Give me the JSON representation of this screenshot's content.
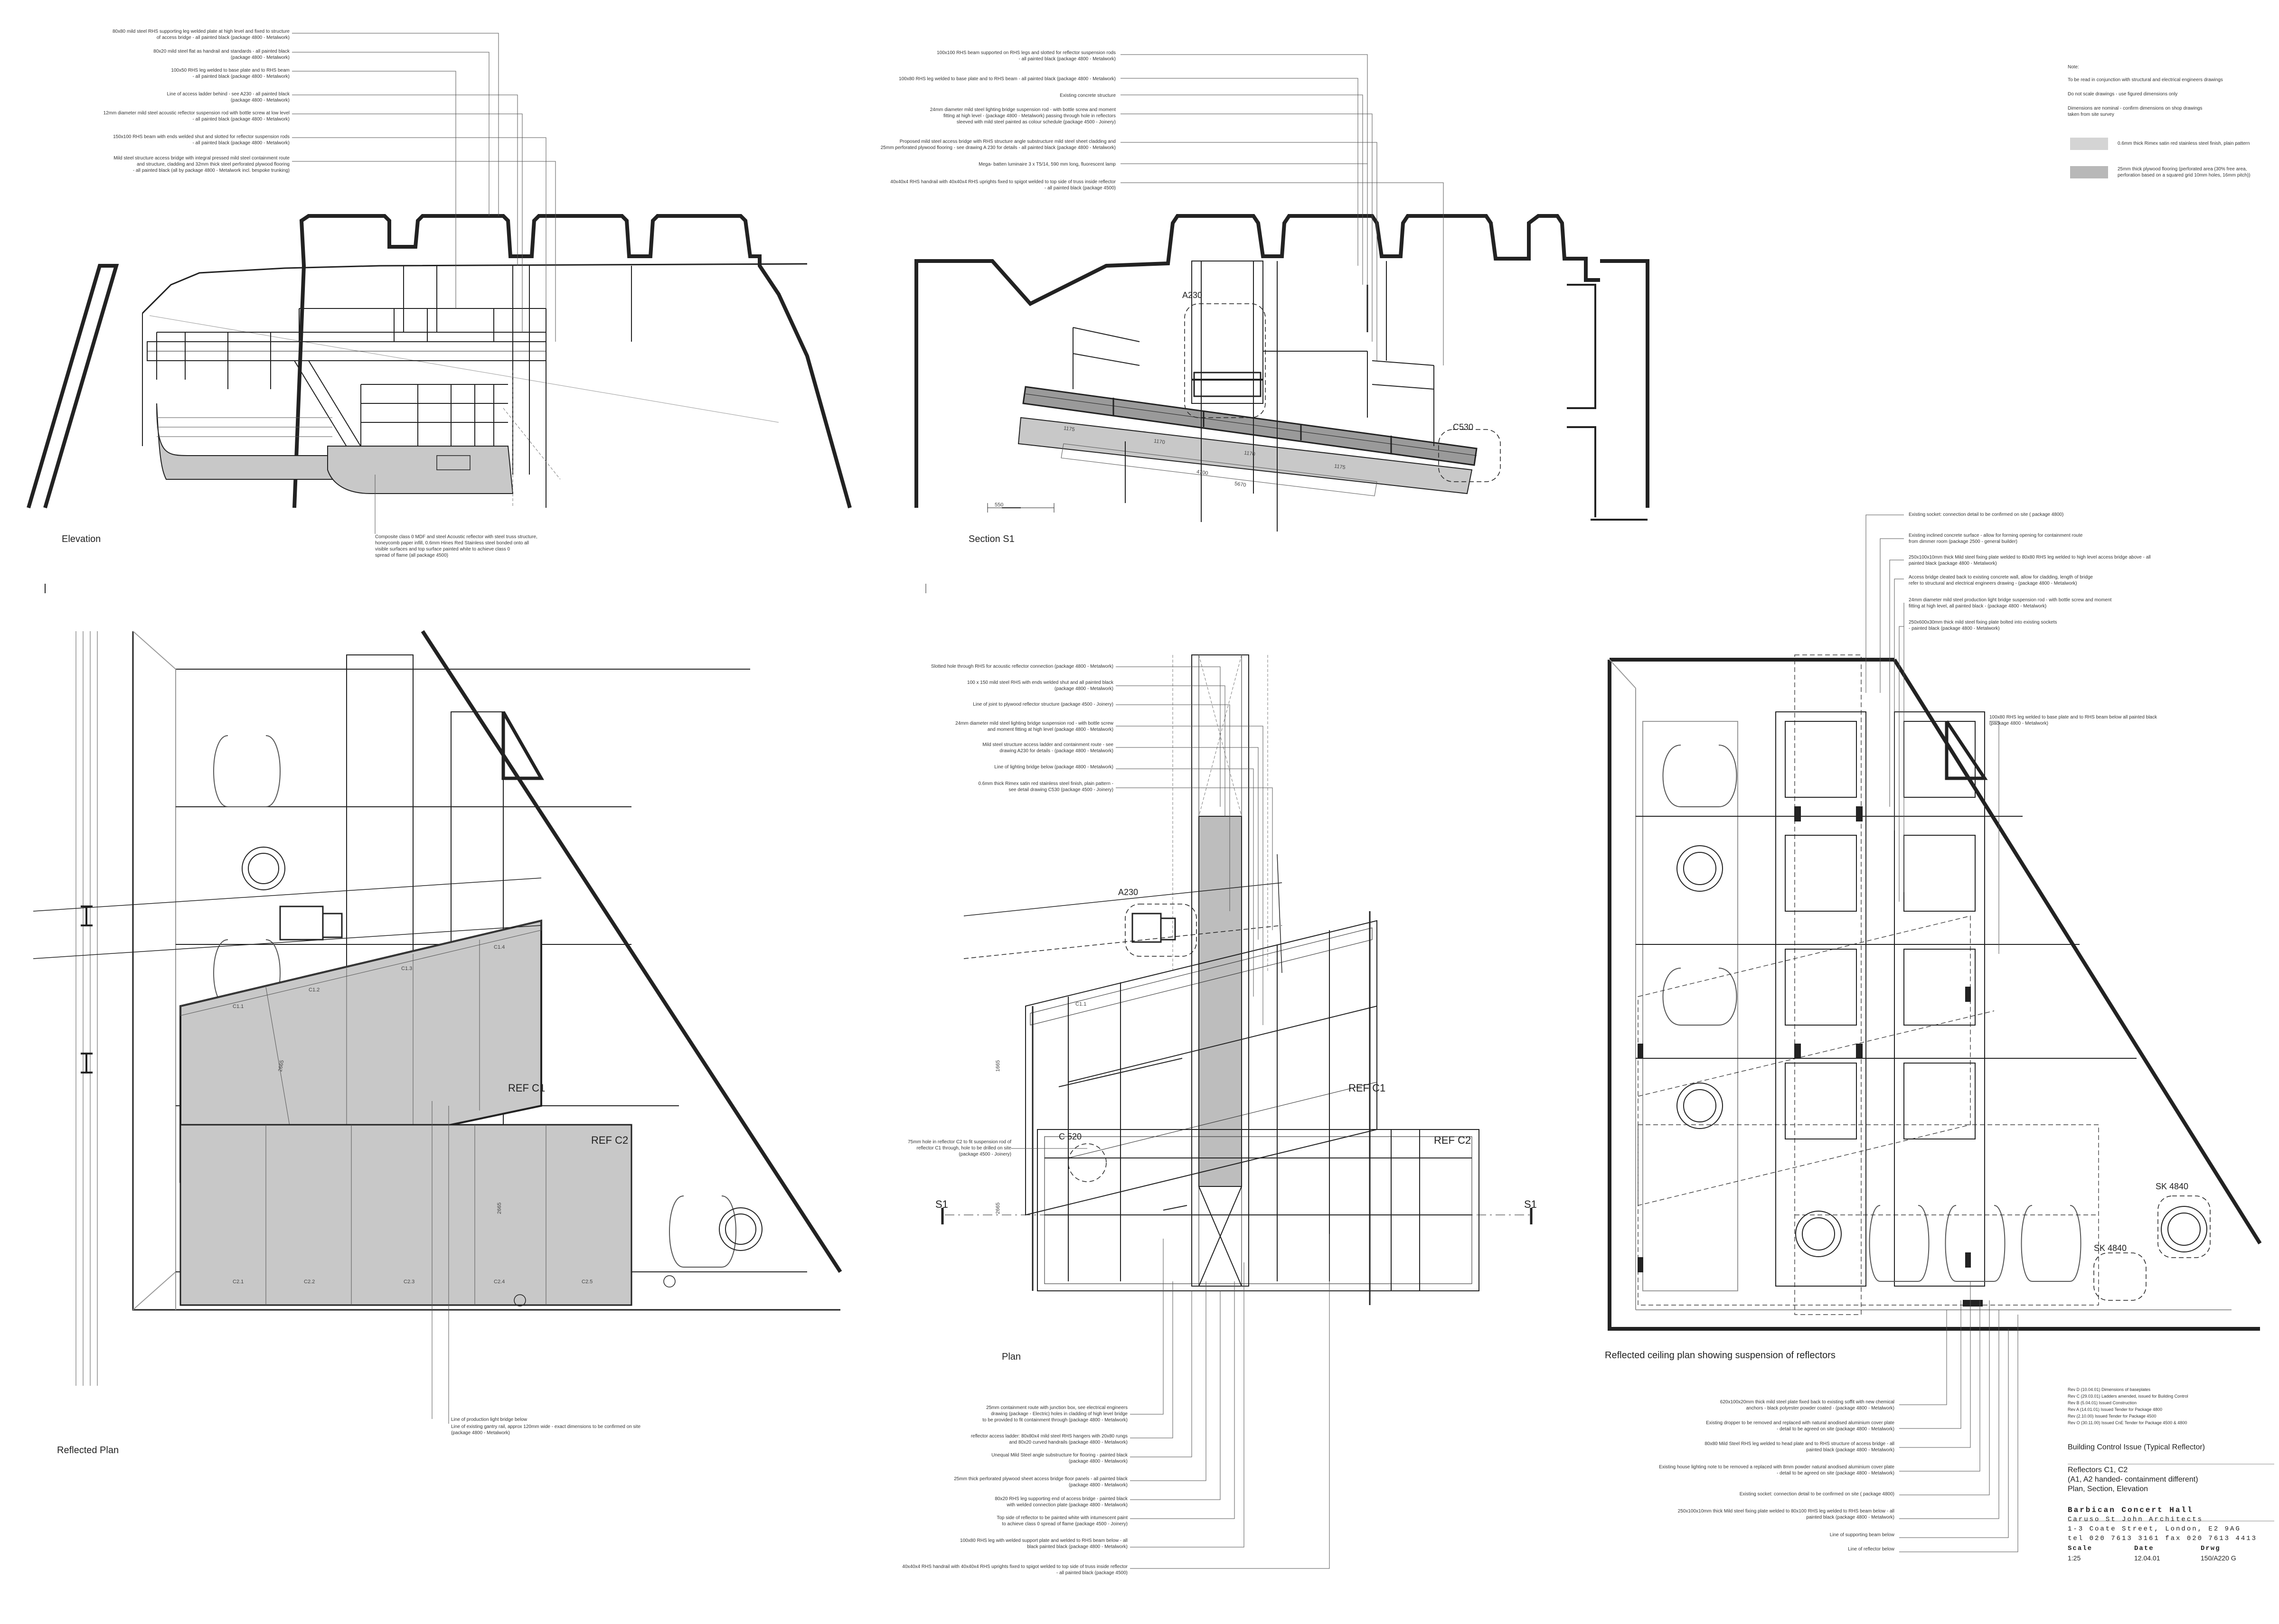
{
  "views": {
    "elevation": "Elevation",
    "section": "Section S1",
    "reflected_plan": "Reflected Plan",
    "plan": "Plan",
    "ceiling_plan": "Reflected ceiling plan showing suspension of reflectors"
  },
  "tags": {
    "a230_section": "A230",
    "c530_section": "C530",
    "a230_plan": "A230",
    "c520_plan": "C 520",
    "ref_c1_left": "REF C1",
    "ref_c2_left": "REF C2",
    "ref_c1_plan": "REF C1",
    "ref_c2_plan": "REF C2",
    "s1_left": "S1",
    "s1_right": "S1",
    "sk_upper": "SK 4840",
    "sk_lower": "SK 4840"
  },
  "panel_labels": [
    "C1.1",
    "C1.2",
    "C1.3",
    "C1.4",
    "C2.1",
    "C2.2",
    "C2.3",
    "C2.4",
    "C2.5"
  ],
  "dims": {
    "section": [
      "1175",
      "1170",
      "1170",
      "1175",
      "4700",
      "5670",
      "550"
    ],
    "plan": [
      "1665",
      "2665"
    ],
    "rplan": [
      "2665",
      "2665"
    ]
  },
  "notes_elevation": [
    "80x80 mild steel RHS supporting leg welded plate at high level and fixed to structure\nof access bridge - all painted black (package 4800 - Metalwork)",
    "80x20 mild steel flat as handrail and standards - all painted black\n(package 4800 - Metalwork)",
    "100x50 RHS leg welded to base plate and to RHS beam\n- all painted black (package 4800 - Metalwork)",
    "Line of access ladder behind - see A230 - all painted black\n(package 4800 - Metalwork)",
    "12mm diameter mild steel acoustic reflector suspension rod with bottle screw at low level\n- all painted black (package 4800 - Metalwork)",
    "150x100 RHS beam with ends welded shut and slotted for reflector suspension rods\n- all painted black (package 4800 - Metalwork)",
    "Mild steel structure access bridge with integral pressed mild steel containment route\nand structure, cladding and 32mm thick steel perforated plywood flooring\n- all painted black (all by package 4800 - Metalwork incl. bespoke trunking)"
  ],
  "note_elevation_bottom": "Composite class 0 MDF and steel Acoustic reflector with steel truss structure,\nhoneycomb paper infill, 0.6mm Hines Red Stainless steel bonded onto all\nvisible surfaces and top surface painted white to achieve class 0\nspread of flame (all package 4500)",
  "notes_section": [
    "100x100 RHS beam supported on RHS legs and slotted for reflector suspension rods\n- all painted black (package 4800 - Metalwork)",
    "100x80 RHS leg welded to base plate and to RHS beam - all painted black (package 4800 - Metalwork)",
    "Existing concrete structure",
    "24mm diameter mild steel lighting bridge suspension rod - with bottle screw and moment\nfitting at high level - (package 4800 - Metalwork) passing through hole in reflectors\nsleeved with mild steel painted as colour schedule (package 4500 - Joinery)",
    "Proposed mild steel access bridge with RHS structure angle substructure mild steel sheet cladding and\n25mm perforated plywood flooring - see drawing A 230 for details - all painted black (package 4800 - Metalwork)",
    "Mega- batten luminaire 3 x T5/14, 590 mm long, fluorescent lamp",
    "40x40x4 RHS handrail with 40x40x4 RHS uprights fixed to spigot welded to top side of truss inside reflector\n- all painted black (package 4500)"
  ],
  "general_notes": [
    "Note:",
    "To be read in conjunction with structural and electrical engineers drawings",
    "Do not scale drawings - use figured dimensions only",
    "Dimensions are nominal - confirm dimensions on shop drawings\ntaken from site survey"
  ],
  "legend": [
    "0.6mm thick Rimex satin red stainless steel finish, plain pattern",
    "25mm thick plywood flooring (perforated area (30% free area,\nperforation based on a squared grid 10mm holes, 16mm pitch))"
  ],
  "notes_ceiling_top": [
    "Existing socket: connection detail to be confirmed on site ( package 4800)",
    "Existing inclined concrete surface - allow for forming opening for containment route\nfrom dimmer room (package 2500 - general builder)",
    "250x100x10mm thick Mild steel fixing plate welded to 80x80 RHS leg welded to high level access bridge above - all\npainted black (package 4800 - Metalwork)",
    "Access bridge cleated back to existing concrete wall, allow for cladding, length of bridge\nrefer to structural and electrical engineers drawing - (package 4800 - Metalwork)",
    "24mm diameter mild steel production light bridge suspension rod - with bottle screw and moment\nfitting at high level, all painted black - (package 4800 - Metalwork)",
    "250x600x30mm thick mild steel fixing plate bolted into existing sockets\n- painted black (package 4800 - Metalwork)"
  ],
  "note_ceiling_side": "100x80 RHS leg welded to base plate and to RHS beam below all painted black\n(package 4800 - Metalwork)",
  "notes_plan_top": [
    "Slotted hole through RHS for acoustic reflector connection (package 4800 - Metalwork)",
    "100 x 150 mild steel RHS with ends welded shut and all painted black\n(package 4800 - Metalwork)",
    "Line of joint to plywood reflector structure (package 4500 - Joinery)",
    "24mm diameter mild steel lighting bridge suspension rod - with bottle screw\nand moment fitting at high level (package 4800 - Metalwork)",
    "Mild steel structure access ladder and containment route - see\ndrawing A230 for details - (package 4800 - Metalwork)",
    "Line of lighting bridge below (package 4800 - Metalwork)",
    "0.6mm thick Rimex satin red stainless steel finish, plain pattern -\nsee detail drawing C530 (package 4500 - Joinery)"
  ],
  "note_plan_hole": "75mm hole in reflector C2 to fit suspension rod of\nreflector C1 through, hole to be drilled on site\n(package 4500 - Joinery)",
  "notes_plan_bottom": [
    "25mm containment route with junction box, see electrical engineers\ndrawing (package - Electric) holes in cladding of high level bridge\nto be provided to fit containment through (package 4800 - Metalwork)",
    "reflector access ladder: 80x80x4 mild steel RHS hangers with 20x80 rungs\nand 80x20 curved handrails (package 4800 - Metalwork)",
    "Unequal Mild Steel angle substructure for flooring - painted black\n(package 4800 - Metalwork)",
    "25mm thick perforated plywood sheet access bridge floor panels - all painted black\n(package 4800 - Metalwork)",
    "80x20 RHS leg supporting end of access bridge - painted black\nwith welded connection plate (package 4800 - Metalwork)",
    "Top side of reflector to be painted white with intumescent paint\nto achieve class 0 spread of flame (package 4500 - Joinery)",
    "100x80 RHS leg with welded support plate and welded to RHS beam below - all\nblack painted black (package 4800 - Metalwork)",
    "40x40x4 RHS handrail with 40x40x4 RHS uprights fixed to spigot welded to top side of truss inside reflector\n- all painted black (package 4500)"
  ],
  "notes_rplan_bottom": [
    "Line of production light bridge below",
    "Line of existing gantry rail, approx 120mm wide - exact dimensions to be confirmed on site\n(package 4800 - Metalwork)"
  ],
  "notes_ceiling_bottom": [
    "620x100x20mm thick mild steel plate fixed back to existing soffit with new chemical\nanchors - black polyester powder coated - (package 4800 - Metalwork)",
    "Existing dropper to be removed and replaced with natural anodised aluminium cover plate\n- detail to be agreed on site (package 4800 - Metalwork)",
    "80x80 Mild Steel RHS leg welded to head plate and to RHS structure of access bridge - all\npainted black (package 4800 - Metalwork)",
    "Existing house lighting note to be removed a replaced with 8mm powder natural anodised aluminium cover plate\n- detail to be agreed on site (package 4800 - Metalwork)",
    "Existing socket: connection detail to be confirmed on site ( package 4800)",
    "250x100x10mm thick Mild steel fixing plate welded to 80x100 RHS leg welded to RHS beam below - all\npainted black (package 4800 - Metalwork)",
    "Line of supporting beam below",
    "Line of reflector below"
  ],
  "revisions": [
    "Rev D (10.04.01) Dimensions of baseplates",
    "Rev C (29.03.01) Ladders amended, issued for Building Control",
    "Rev B (5.04.01) Issued Construction",
    "Rev A (14.01.01) Issued Tender for Package 4800",
    "Rev (2.10.00) Issued Tender for Package 4500",
    "Rev O (30.11.00) Issued CnE Tender for Package 4500 & 4800"
  ],
  "title_block": {
    "issue": "Building Control Issue (Typical Reflector)",
    "title1": "Reflectors C1, C2",
    "title2": "(A1, A2 handed- containment different)",
    "title3": "Plan, Section, Elevation",
    "project": "Barbican Concert Hall",
    "firm": "Caruso St John Architects",
    "address": "1-3 Coate Street, London, E2 9AG",
    "phone": "tel 020 7613 3161  fax 020 7613 4413",
    "scale_label": "Scale",
    "date_label": "Date",
    "drwg_label": "Drwg",
    "scale": "1:25",
    "date": "12.04.01",
    "drwg": "150/A220 G"
  },
  "colors": {
    "line": "#222222",
    "reflector_fill": "#c8c8c8",
    "bridge_fill": "#9a9a9a",
    "leader": "#555555"
  }
}
